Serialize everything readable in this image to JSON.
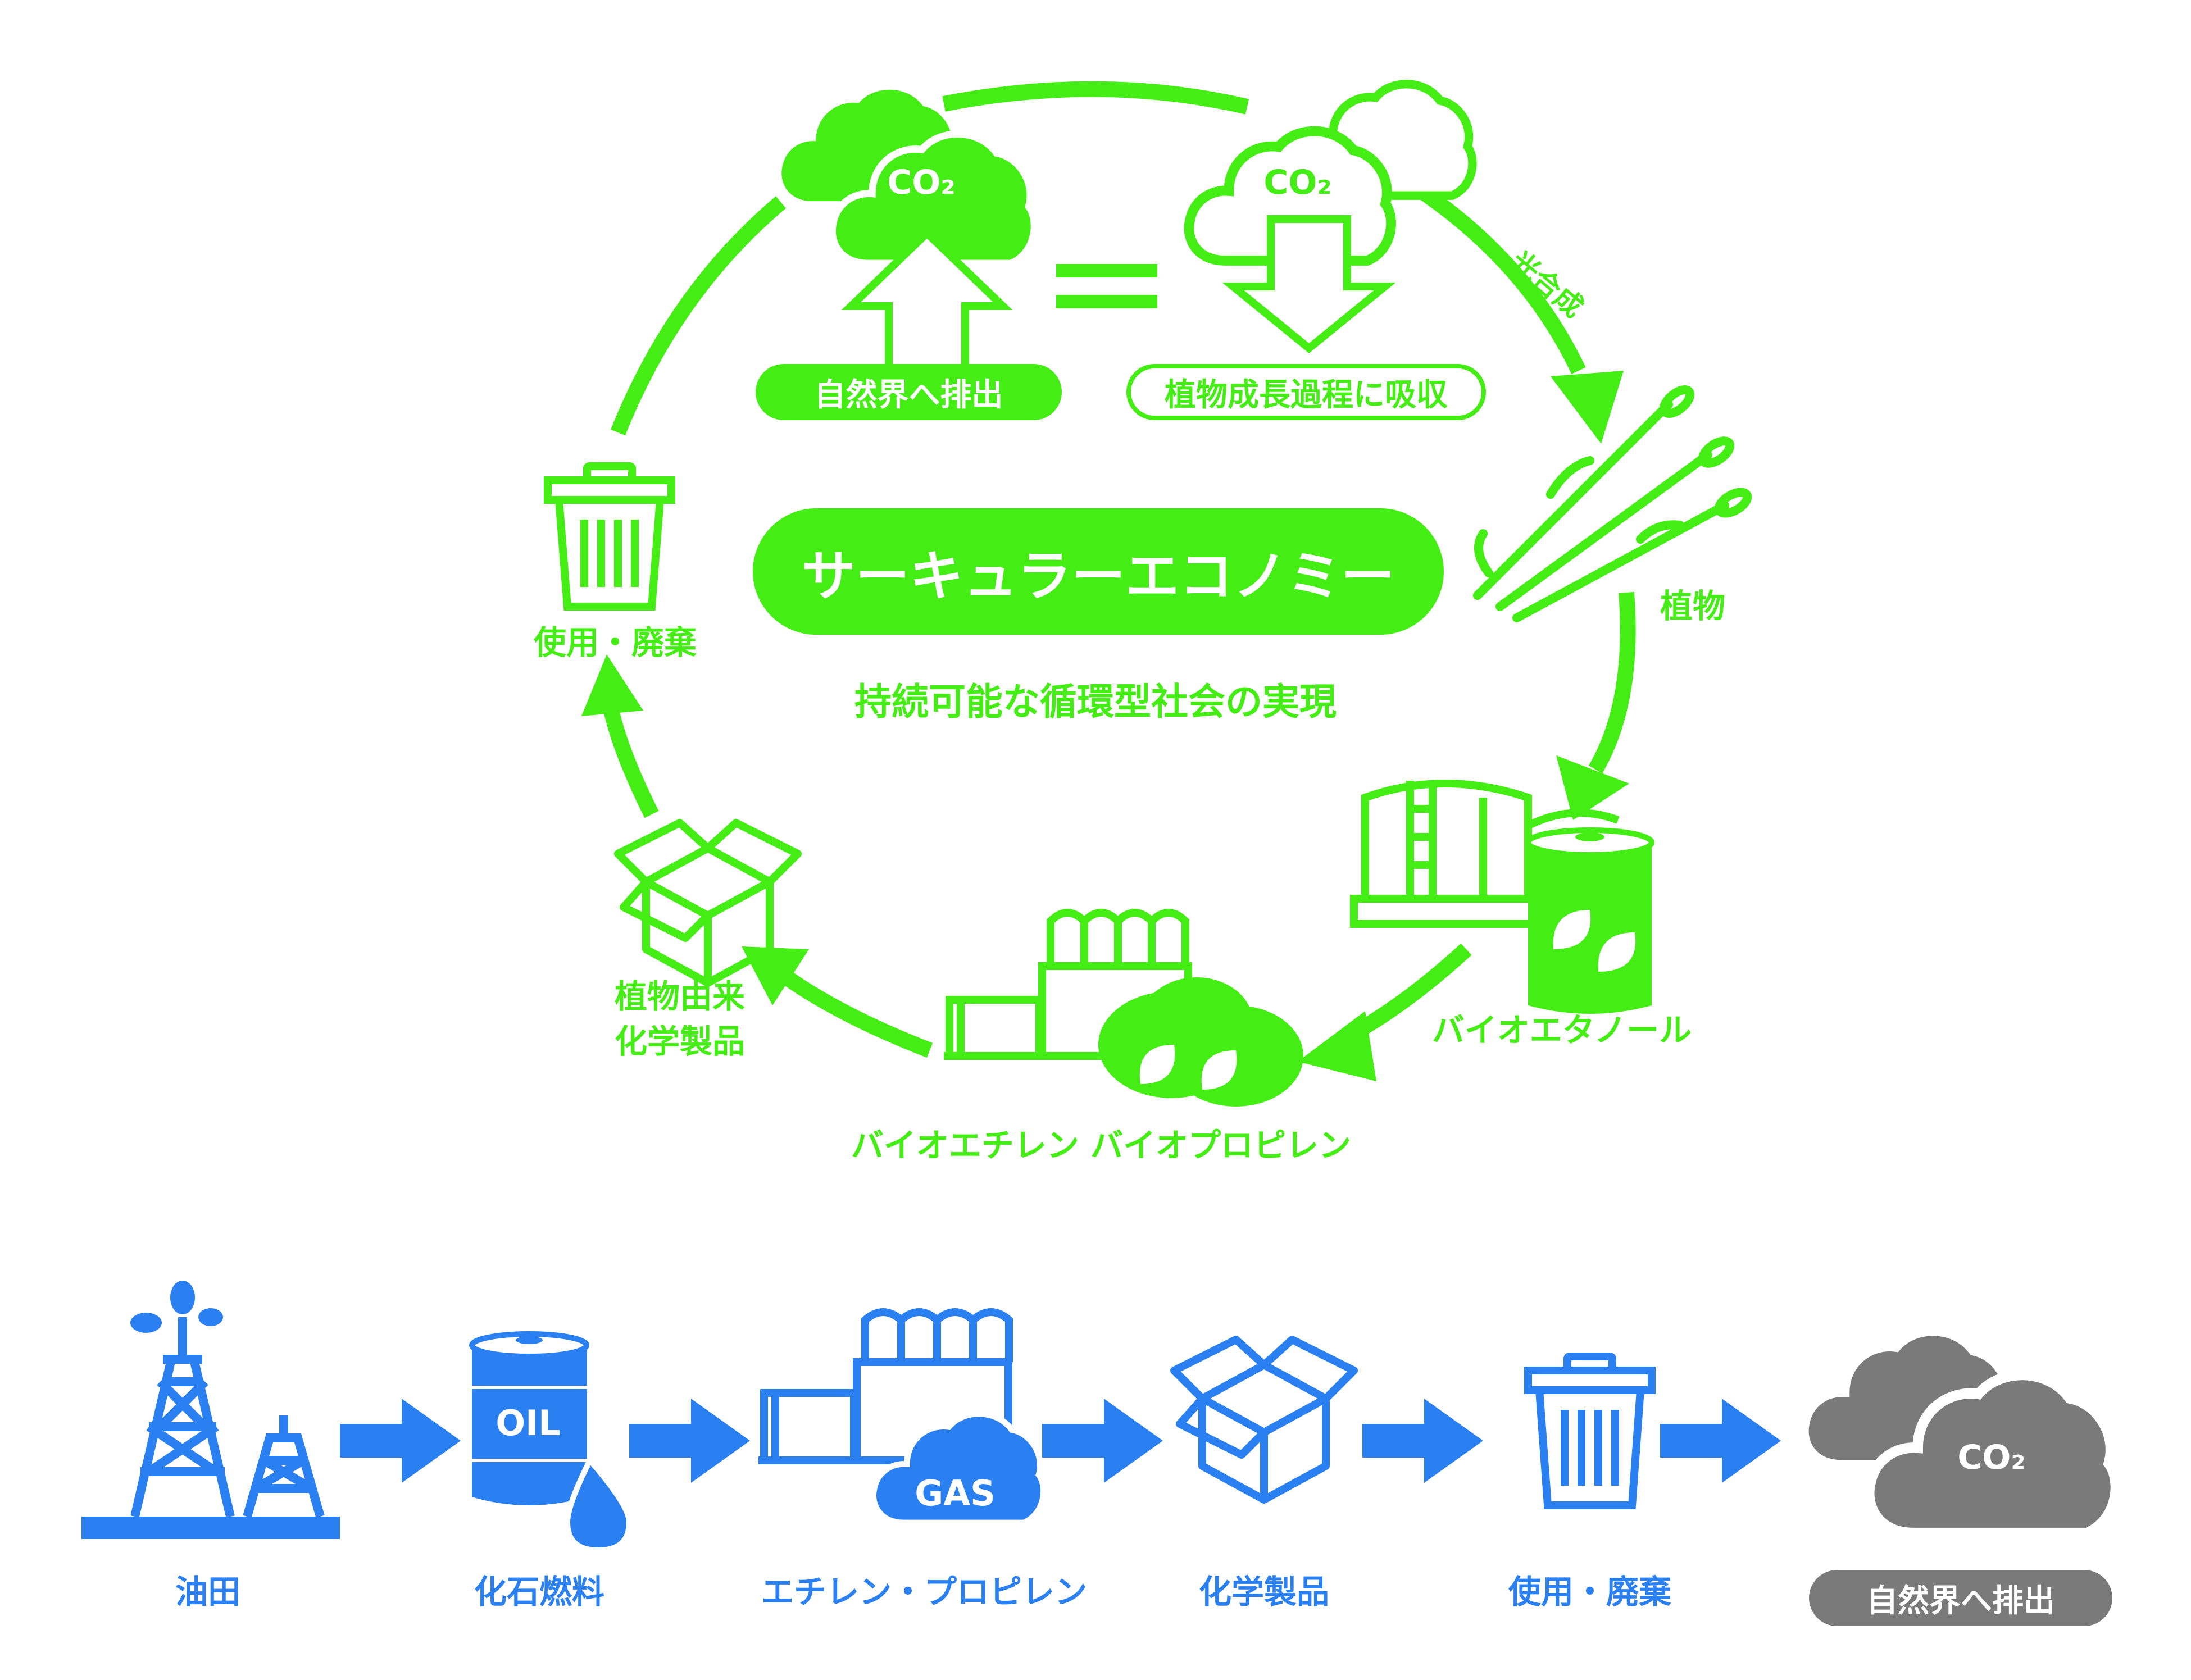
{
  "cycle": {
    "title": "サーキュラーエコノミー",
    "subtitle": "持続可能な循環型社会の実現",
    "emit_label": "自然界へ排出",
    "absorb_label": "植物成長過程に吸収",
    "photosynthesis_label": "光合成",
    "plant_label": "植物",
    "bioethanol_label": "バイオエタノール",
    "bio_olefin_label": "バイオエチレン バイオプロピレン",
    "bio_chem_label_line1": "植物由来",
    "bio_chem_label_line2": "化学製品",
    "disposal_label": "使用・廃棄",
    "co2_left": "CO₂",
    "co2_right": "CO₂"
  },
  "linear": {
    "oilfield_label": "油田",
    "fossil_label": "化石燃料",
    "olefin_label": "エチレン・プロピレン",
    "chem_label": "化学製品",
    "disposal_label": "使用・廃棄",
    "emit_label": "自然界へ排出",
    "drum_text": "OIL",
    "gas_text": "GAS",
    "co2": "CO₂"
  },
  "colors": {
    "green": "#44ee14",
    "blue": "#2a80f0",
    "gray": "#7a7a7a"
  },
  "icons": [
    "cloud-icon",
    "arrow-up-icon",
    "arrow-down-icon",
    "equals-icon",
    "sugarcane-icon",
    "tank-icon",
    "drum-icon",
    "leaf-icon",
    "factory-icon",
    "box-icon",
    "trash-icon",
    "oil-derrick-icon",
    "droplet-icon",
    "arrow-right-icon"
  ]
}
